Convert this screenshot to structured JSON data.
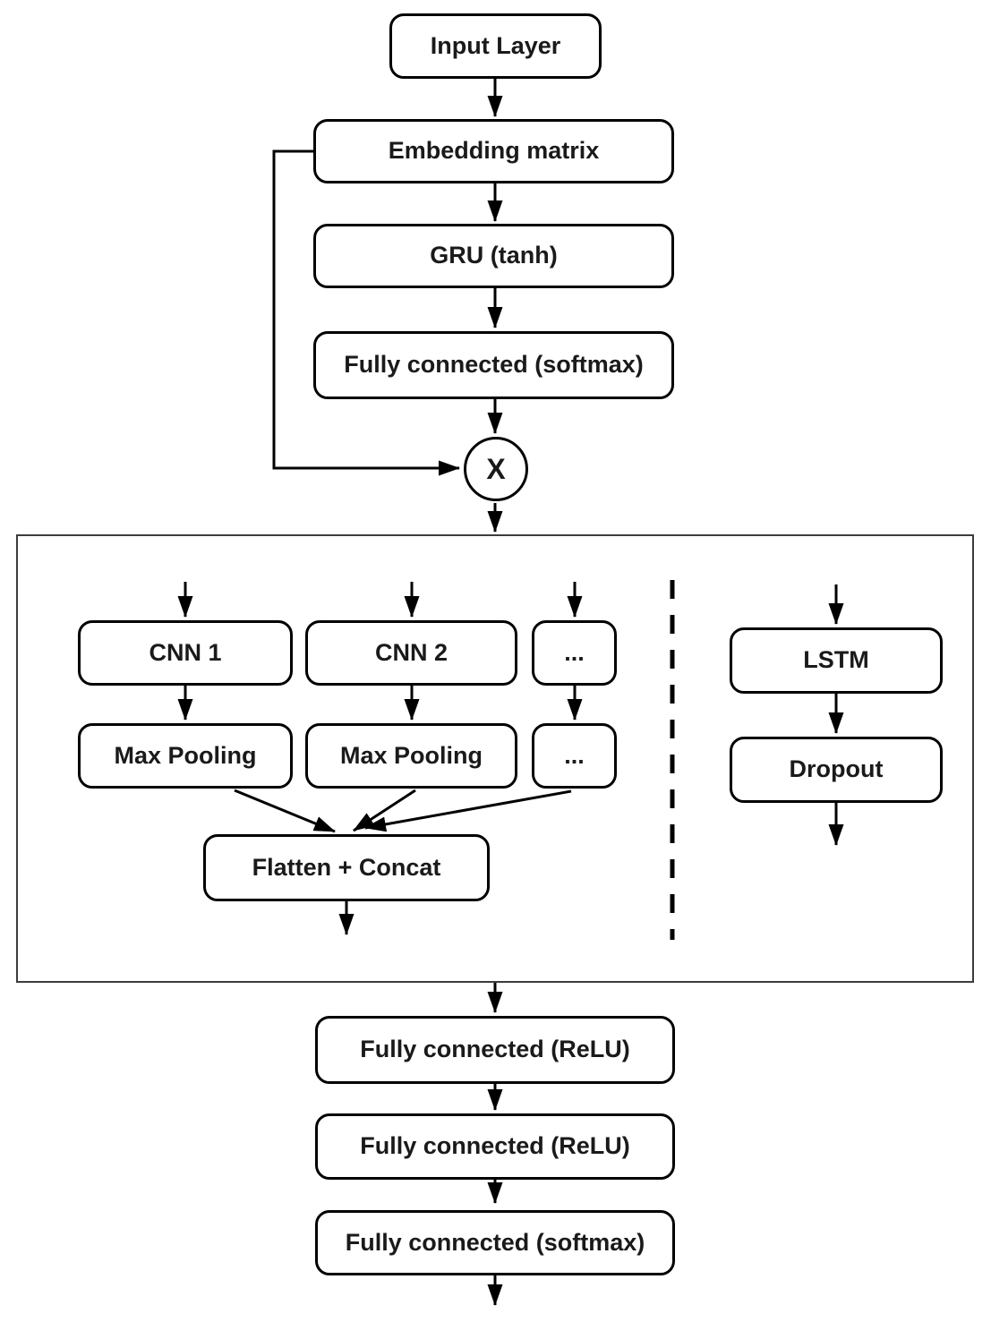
{
  "colors": {
    "ink": "#000000",
    "text": "#1a1a1a",
    "container_border": "#3c3c3c",
    "background": "#ffffff"
  },
  "top_branch": {
    "input_layer": "Input Layer",
    "embedding_matrix": "Embedding matrix",
    "gru": "GRU (tanh)",
    "fully_connected_softmax": "Fully connected (softmax)",
    "multiply_operator": "X"
  },
  "feature_block": {
    "cnn_branch": {
      "cnn1": "CNN 1",
      "cnn2": "CNN 2",
      "cnn_ellipsis": "...",
      "max_pooling_1": "Max Pooling",
      "max_pooling_2": "Max Pooling",
      "pooling_ellipsis": "...",
      "flatten_concat": "Flatten + Concat"
    },
    "lstm_branch": {
      "lstm": "LSTM",
      "dropout": "Dropout"
    }
  },
  "output_branch": {
    "fully_connected_relu_1": "Fully connected (ReLU)",
    "fully_connected_relu_2": "Fully connected (ReLU)",
    "fully_connected_softmax": "Fully connected (softmax)"
  }
}
